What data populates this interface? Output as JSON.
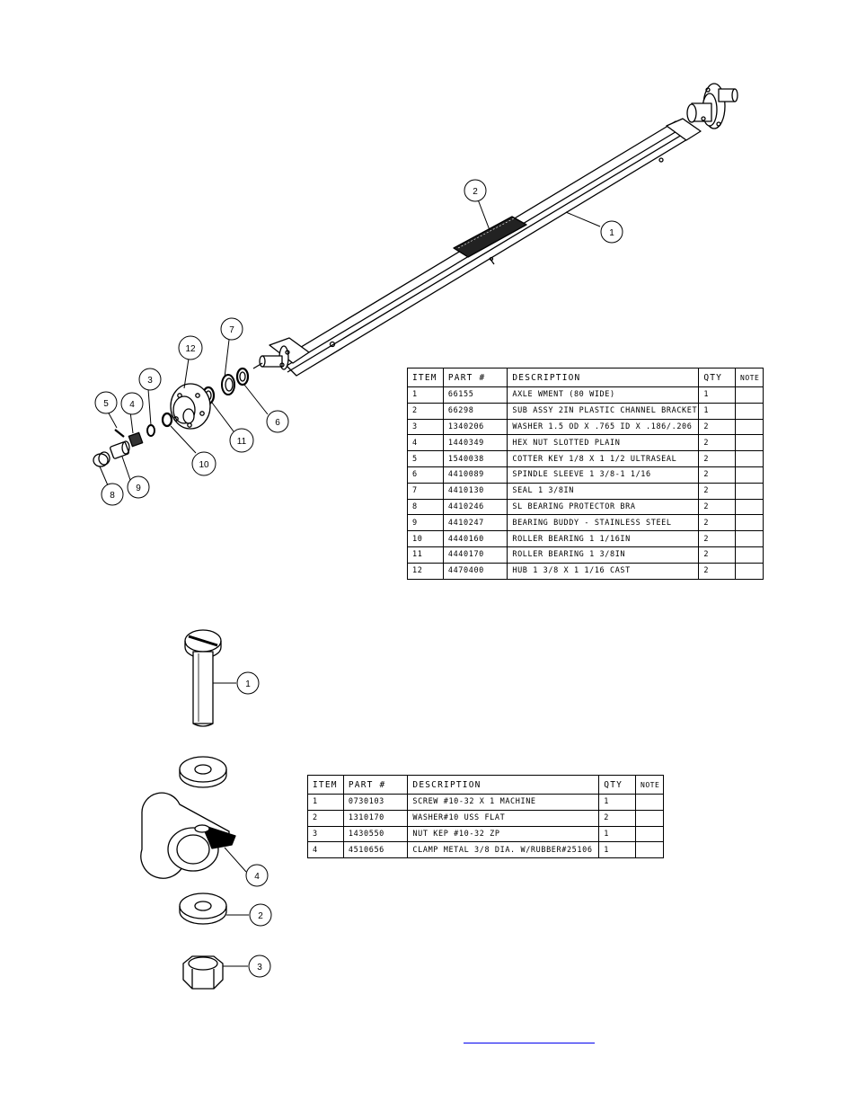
{
  "axle_table": {
    "headers": {
      "item": "ITEM",
      "part": "PART #",
      "desc": "DESCRIPTION",
      "qty": "QTY",
      "note": "NOTE"
    },
    "rows": [
      {
        "item": "1",
        "part": "66155",
        "desc": "AXLE WMENT (80 WIDE)",
        "qty": "1",
        "note": ""
      },
      {
        "item": "2",
        "part": "66298",
        "desc": "SUB ASSY 2IN PLASTIC CHANNEL BRACKET",
        "qty": "1",
        "note": ""
      },
      {
        "item": "3",
        "part": "1340206",
        "desc": "WASHER 1.5 OD X .765 ID X .186/.206",
        "qty": "2",
        "note": ""
      },
      {
        "item": "4",
        "part": "1440349",
        "desc": "HEX NUT SLOTTED PLAIN",
        "qty": "2",
        "note": ""
      },
      {
        "item": "5",
        "part": "1540038",
        "desc": "COTTER KEY 1/8 X 1 1/2 ULTRASEAL",
        "qty": "2",
        "note": ""
      },
      {
        "item": "6",
        "part": "4410089",
        "desc": "SPINDLE SLEEVE  1 3/8-1 1/16",
        "qty": "2",
        "note": ""
      },
      {
        "item": "7",
        "part": "4410130",
        "desc": "SEAL  1 3/8IN",
        "qty": "2",
        "note": ""
      },
      {
        "item": "8",
        "part": "4410246",
        "desc": "SL BEARING PROTECTOR BRA",
        "qty": "2",
        "note": ""
      },
      {
        "item": "9",
        "part": "4410247",
        "desc": "BEARING BUDDY - STAINLESS STEEL",
        "qty": "2",
        "note": ""
      },
      {
        "item": "10",
        "part": "4440160",
        "desc": "ROLLER BEARING   1 1/16IN",
        "qty": "2",
        "note": ""
      },
      {
        "item": "11",
        "part": "4440170",
        "desc": "ROLLER BEARING   1 3/8IN",
        "qty": "2",
        "note": ""
      },
      {
        "item": "12",
        "part": "4470400",
        "desc": "HUB   1 3/8 X 1 1/16 CAST",
        "qty": "2",
        "note": ""
      }
    ]
  },
  "clamp_table": {
    "headers": {
      "item": "ITEM",
      "part": "PART #",
      "desc": "DESCRIPTION",
      "qty": "QTY",
      "note": "NOTE"
    },
    "rows": [
      {
        "item": "1",
        "part": "0730103",
        "desc": "SCREW #10-32 X 1 MACHINE",
        "qty": "1",
        "note": ""
      },
      {
        "item": "2",
        "part": "1310170",
        "desc": "WASHER#10 USS FLAT",
        "qty": "2",
        "note": ""
      },
      {
        "item": "3",
        "part": "1430550",
        "desc": "NUT KEP #10-32 ZP",
        "qty": "1",
        "note": ""
      },
      {
        "item": "4",
        "part": "4510656",
        "desc": "CLAMP METAL 3/8 DIA. W/RUBBER#25106",
        "qty": "1",
        "note": ""
      }
    ]
  },
  "axle_callouts": [
    "1",
    "2",
    "3",
    "4",
    "5",
    "6",
    "7",
    "8",
    "9",
    "10",
    "11",
    "12"
  ],
  "clamp_callouts": [
    "1",
    "2",
    "3",
    "4"
  ]
}
